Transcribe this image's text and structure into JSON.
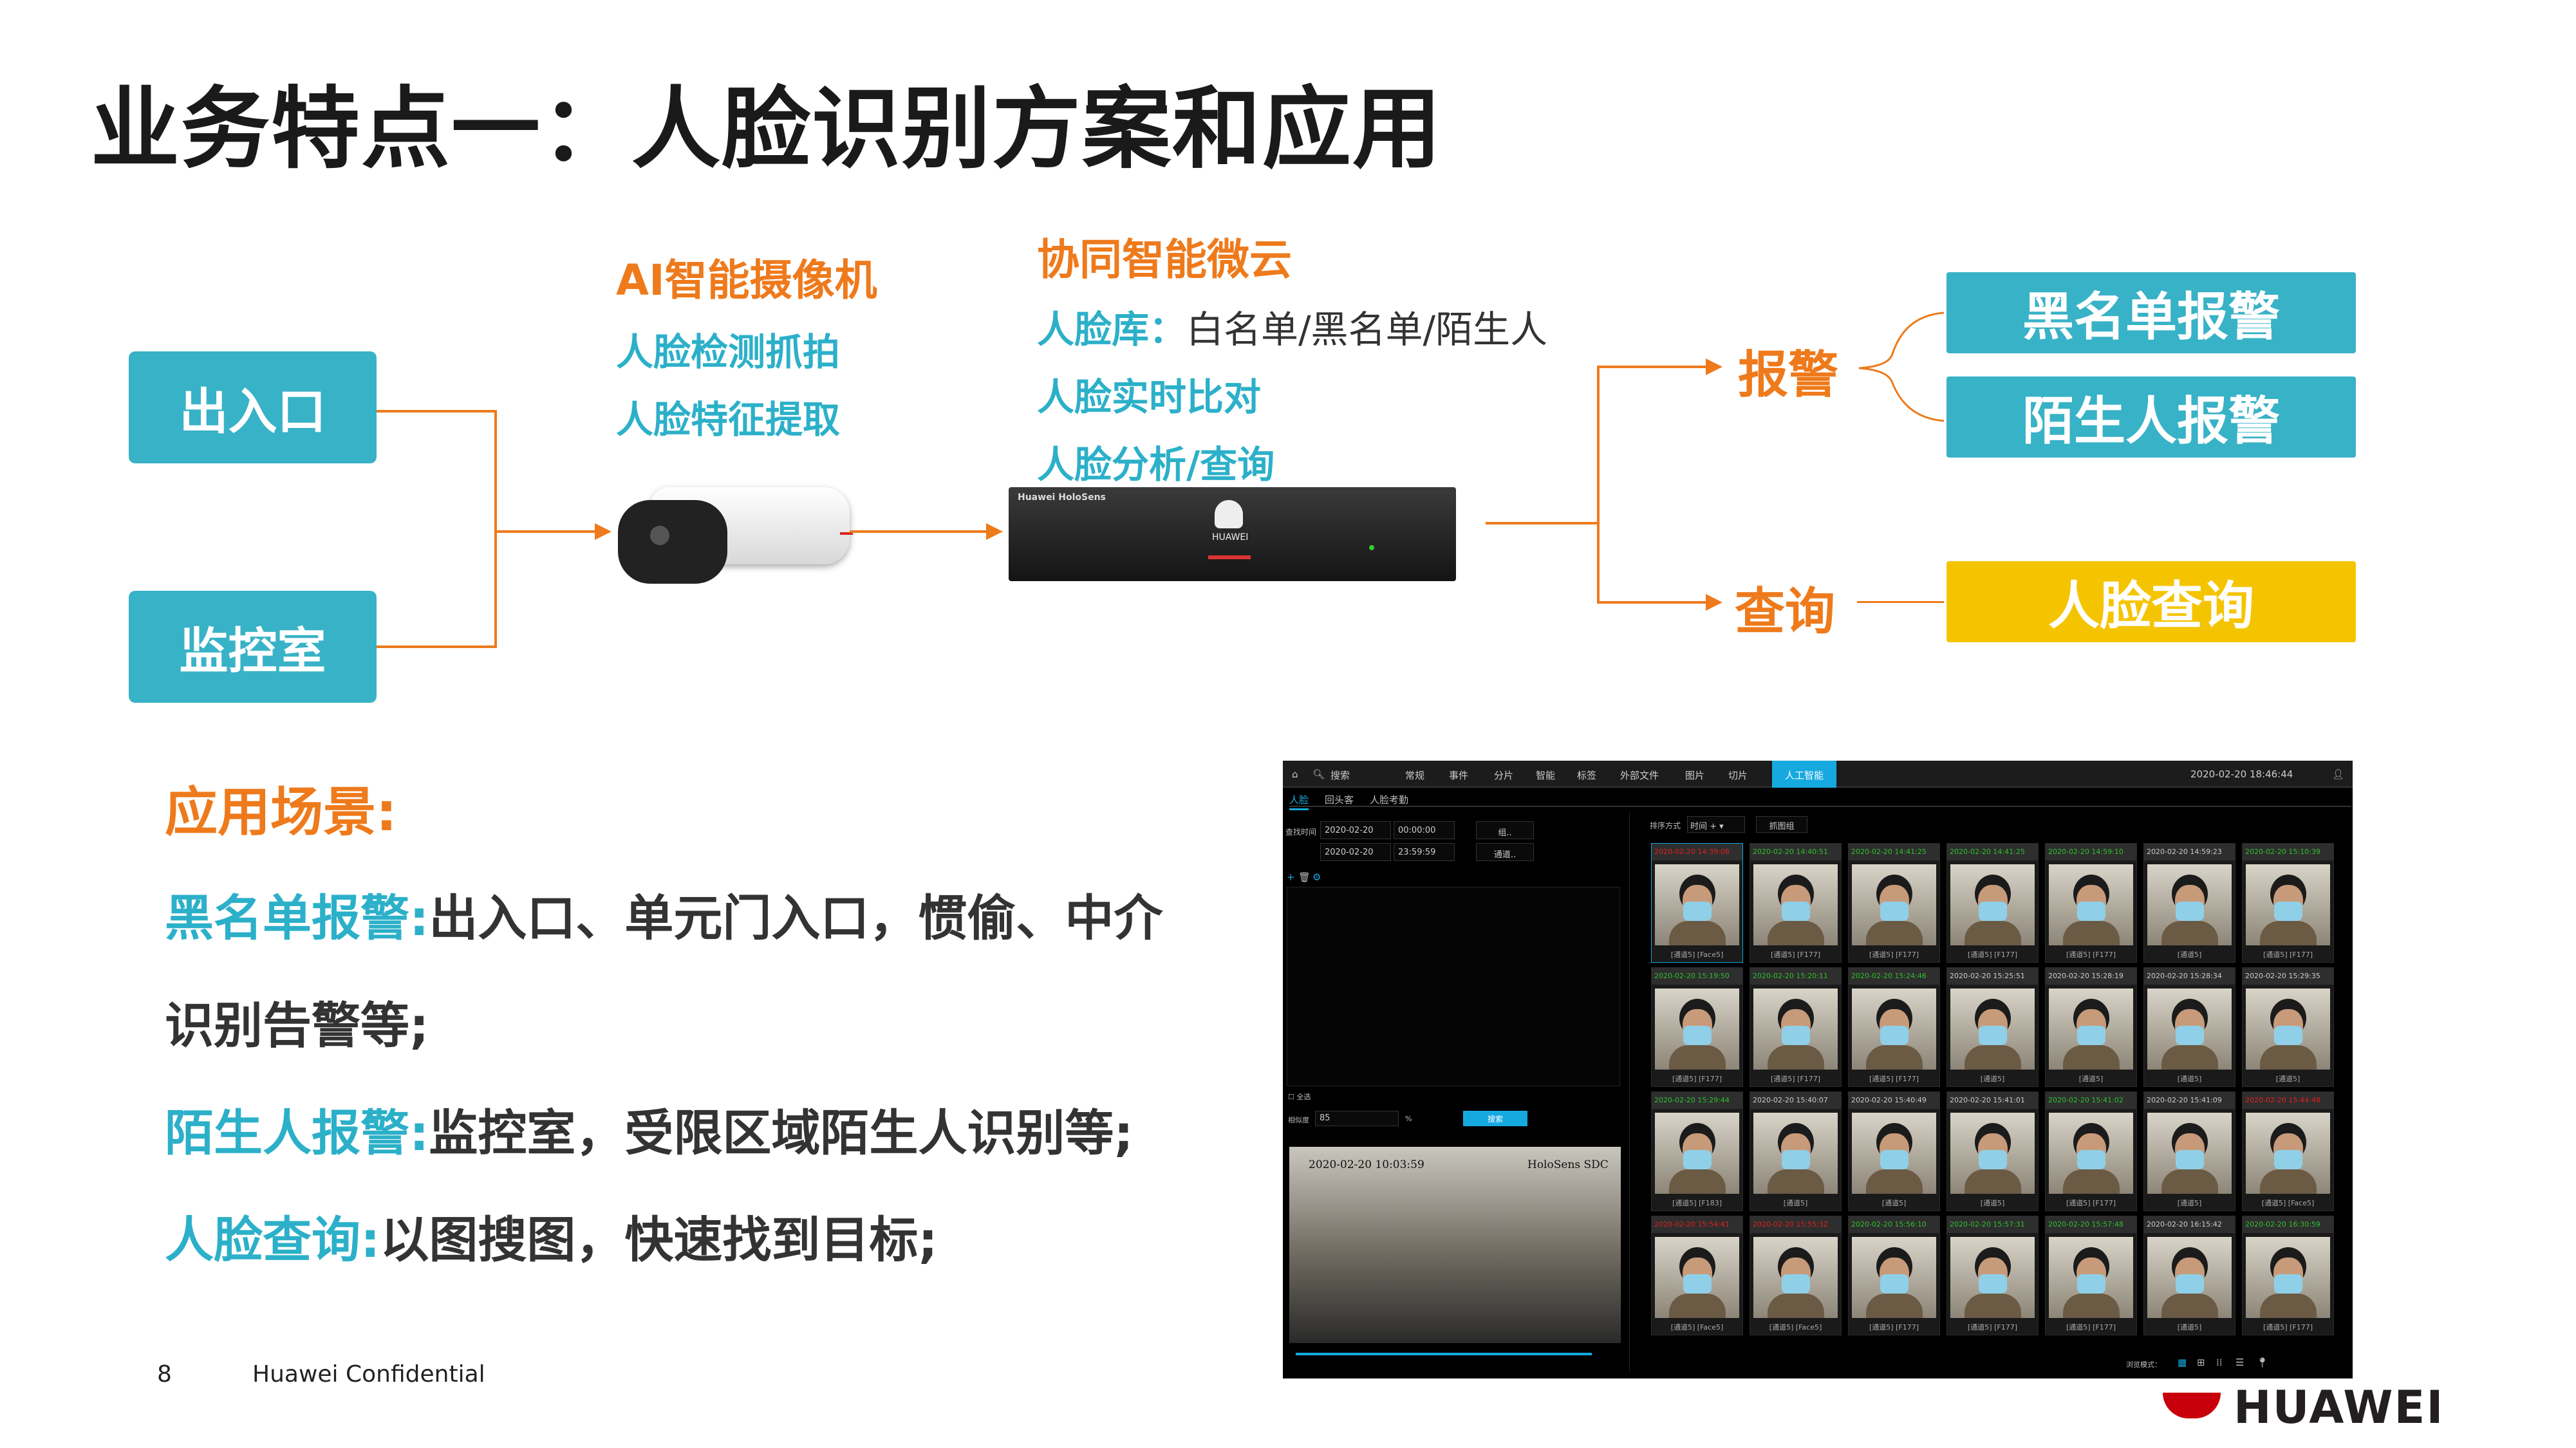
{
  "title": "业务特点一：人脸识别方案和应用",
  "sources": [
    "出入口",
    "监控室"
  ],
  "camera": {
    "title": "AI智能摄像机",
    "items": [
      "人脸检测抓拍",
      "人脸特征提取"
    ]
  },
  "cloud": {
    "title": "协同智能微云",
    "lib_label": "人脸库：",
    "lib_value": "白名单/黑名单/陌生人",
    "items": [
      "人脸实时比对",
      "人脸分析/查询"
    ],
    "device_label": "Huawei HoloSens",
    "device_brand": "HUAWEI"
  },
  "branches": {
    "alarm": "报警",
    "query": "查询"
  },
  "results": {
    "blacklist": "黑名单报警",
    "stranger": "陌生人报警",
    "face_query": "人脸查询"
  },
  "scenarios": {
    "heading": "应用场景:",
    "items": [
      {
        "label": "黑名单报警:",
        "text": "出入口、单元门入口，惯偷、中介",
        "text2": "识别告警等;"
      },
      {
        "label": "陌生人报警:",
        "text": "监控室，受限区域陌生人识别等;"
      },
      {
        "label": "人脸查询:",
        "text": "以图搜图，快速找到目标;"
      }
    ]
  },
  "footer": {
    "page": "8",
    "confidential": "Huawei Confidential",
    "logo": "HUAWEI"
  },
  "colors": {
    "teal": "#38b2c6",
    "orange": "#ee7a1c",
    "yellow": "#f5c400"
  },
  "app": {
    "nav": [
      "搜索",
      "常规",
      "事件",
      "分片",
      "智能",
      "标签",
      "外部文件",
      "图片",
      "切片",
      "人工智能"
    ],
    "datetime": "2020-02-20 18:46:44",
    "subtabs": [
      "人脸",
      "回头客",
      "人脸考勤"
    ],
    "search_time_label": "查找时间",
    "start_date": "2020-02-20",
    "start_time": "00:00:00",
    "end_date": "2020-02-20",
    "end_time": "23:59:59",
    "group_btn": "组..",
    "channel_btn": "通道..",
    "sort_label": "排序方式",
    "sort_value": "时间 +",
    "capture_group_btn": "抓图组",
    "select_all": "全选",
    "similarity_label": "相似度",
    "similarity_value": "85",
    "similarity_unit": "%",
    "search_btn": "搜索",
    "video_ts": "2020-02-20 10:03:59",
    "video_brand": "HoloSens SDC",
    "browse_mode": "浏览模式：",
    "thumbs": [
      [
        "2020-02-20 14:39:08",
        "r",
        "[通道5] [Face5]"
      ],
      [
        "2020-02-20 14:40:51",
        "g",
        "[通道5] [F177]"
      ],
      [
        "2020-02-20 14:41:25",
        "g",
        "[通道5] [F177]"
      ],
      [
        "2020-02-20 14:41:25",
        "g",
        "[通道5] [F177]"
      ],
      [
        "2020-02-20 14:59:10",
        "g",
        "[通道5] [F177]"
      ],
      [
        "2020-02-20 14:59:23",
        "w",
        "[通道5]"
      ],
      [
        "2020-02-20 15:10:39",
        "g",
        "[通道5] [F177]"
      ],
      [
        "2020-02-20 15:19:50",
        "g",
        "[通道5] [F177]"
      ],
      [
        "2020-02-20 15:20:11",
        "g",
        "[通道5] [F177]"
      ],
      [
        "2020-02-20 15:24:46",
        "g",
        "[通道5] [F177]"
      ],
      [
        "2020-02-20 15:25:51",
        "w",
        "[通道5]"
      ],
      [
        "2020-02-20 15:28:19",
        "w",
        "[通道5]"
      ],
      [
        "2020-02-20 15:28:34",
        "w",
        "[通道5]"
      ],
      [
        "2020-02-20 15:29:35",
        "w",
        "[通道5]"
      ],
      [
        "2020-02-20 15:29:44",
        "g",
        "[通道5] [F183]"
      ],
      [
        "2020-02-20 15:40:07",
        "w",
        "[通道5]"
      ],
      [
        "2020-02-20 15:40:49",
        "w",
        "[通道5]"
      ],
      [
        "2020-02-20 15:41:01",
        "w",
        "[通道5]"
      ],
      [
        "2020-02-20 15:41:02",
        "g",
        "[通道5] [F177]"
      ],
      [
        "2020-02-20 15:41:09",
        "w",
        "[通道5]"
      ],
      [
        "2020-02-20 15:44:48",
        "r",
        "[通道5] [Face5]"
      ],
      [
        "2020-02-20 15:54:41",
        "r",
        "[通道5] [Face5]"
      ],
      [
        "2020-02-20 15:55:32",
        "r",
        "[通道5] [Face5]"
      ],
      [
        "2020-02-20 15:56:10",
        "g",
        "[通道5] [F177]"
      ],
      [
        "2020-02-20 15:57:31",
        "g",
        "[通道5] [F177]"
      ],
      [
        "2020-02-20 15:57:48",
        "g",
        "[通道5] [F177]"
      ],
      [
        "2020-02-20 16:15:42",
        "w",
        "[通道5]"
      ],
      [
        "2020-02-20 16:30:59",
        "g",
        "[通道5] [F177]"
      ]
    ]
  }
}
